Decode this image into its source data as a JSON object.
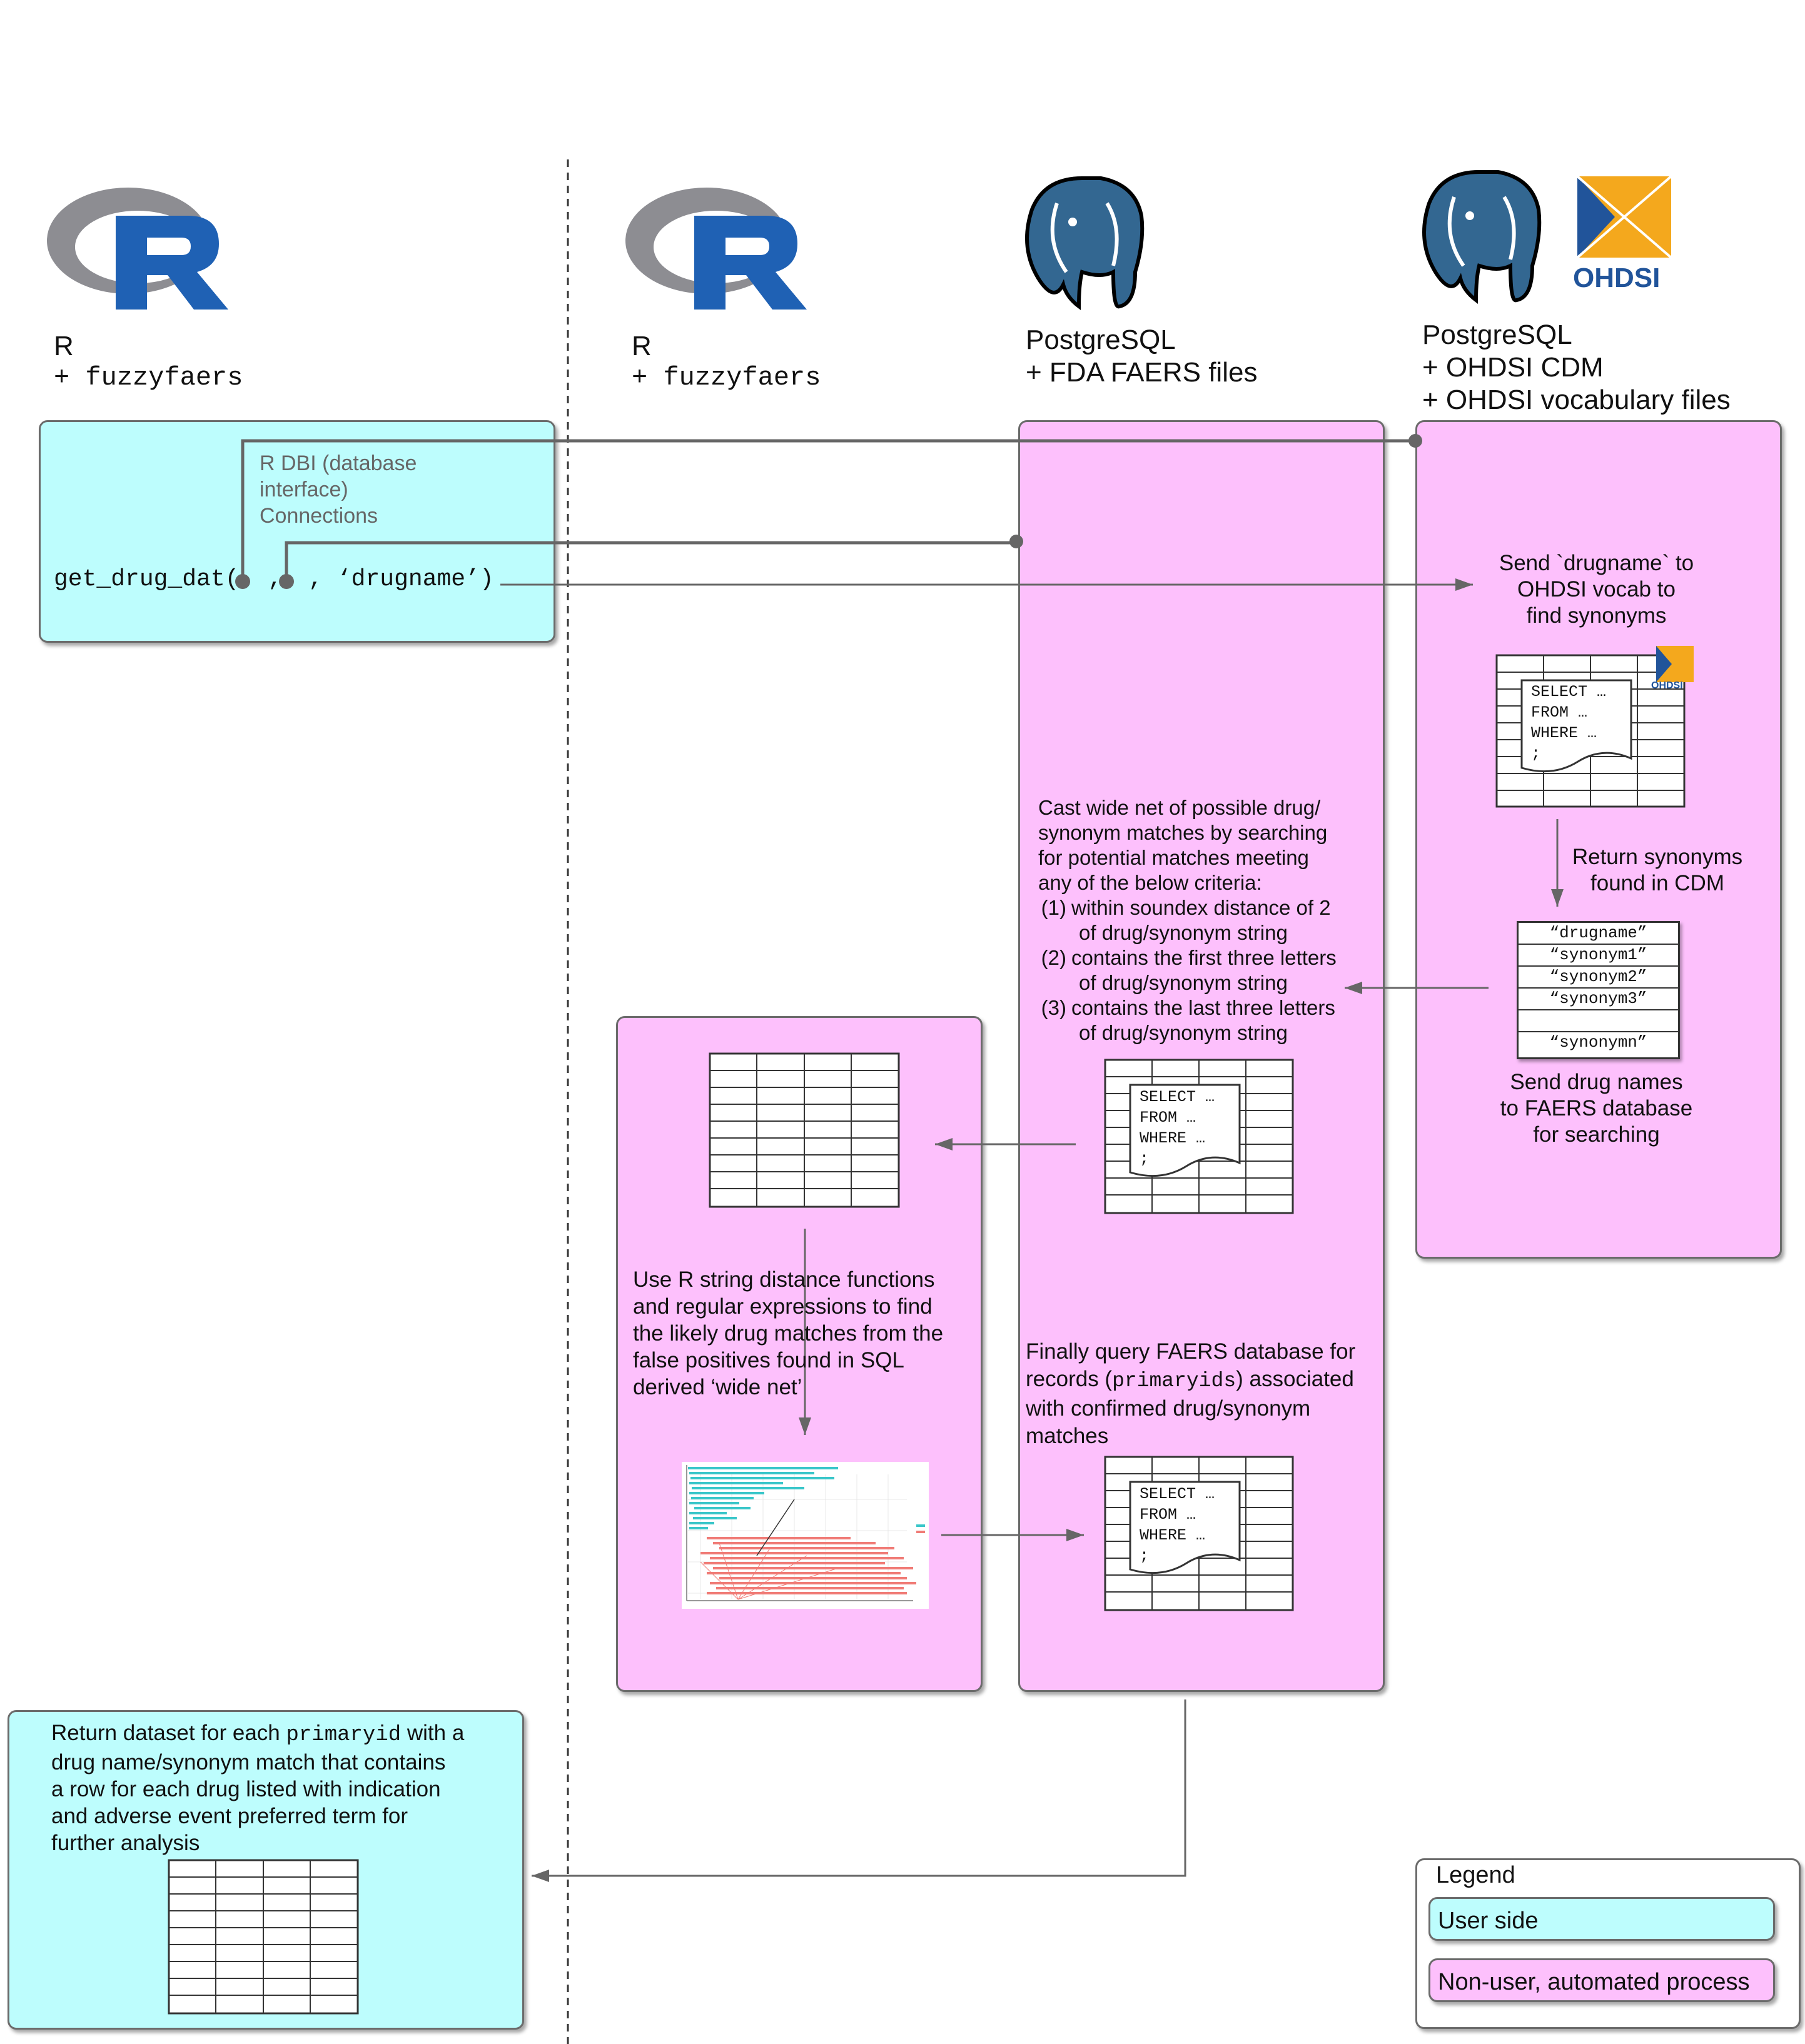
{
  "columns": {
    "user_r": {
      "name": "R",
      "package": "+ fuzzyfaers"
    },
    "server_r": {
      "name": "R",
      "package": "+ fuzzyfaers"
    },
    "faers_db": {
      "line1": "PostgreSQL",
      "line2": "+ FDA FAERS files"
    },
    "ohdsi_db": {
      "line1": "PostgreSQL",
      "line2": "+ OHDSI CDM",
      "line3": "+ OHDSI vocabulary files",
      "logo_text": "OHDSI"
    }
  },
  "user_box": {
    "dbi_label": "R DBI (database\ninterface)\nConnections",
    "func_call": "get_drug_dat(",
    "func_sep1": ",",
    "func_args": ", ‘drugname’)"
  },
  "ohdsi_box": {
    "send_text": "Send `drugname` to\nOHDSI vocab to\nfind synonyms",
    "sql_lines": "SELECT …\nFROM …\nWHERE …\n;",
    "mini_logo_text": "OHDSI",
    "return_text": "Return synonyms\nfound in CDM",
    "synonyms": [
      "“drugname”",
      "“synonym1”",
      "“synonym2”",
      "“synonym3”",
      "",
      "“synonymn”"
    ],
    "send_faers_text": "Send drug names\nto FAERS database\nfor searching"
  },
  "faers_box": {
    "wide_net_text": "Cast wide net of possible drug/\nsynonym matches by searching\nfor potential matches meeting\nany of the below criteria:",
    "criteria": [
      {
        "num": "(1)",
        "line1": "within soundex distance of 2",
        "line2": "of drug/synonym string"
      },
      {
        "num": "(2)",
        "line1": "contains the first three letters",
        "line2": "of drug/synonym string"
      },
      {
        "num": "(3)",
        "line1": "contains the last three letters",
        "line2": "of drug/synonym string"
      }
    ],
    "sql_lines": "SELECT …\nFROM …\nWHERE …\n;",
    "final_text_1": "Finally query FAERS database for\nrecords (",
    "final_code": "primaryids",
    "final_text_2": ") associated\nwith confirmed drug/synonym\nmatches",
    "sql_lines_2": "SELECT …\nFROM …\nWHERE …\n;"
  },
  "r_process_box": {
    "text": "Use R string distance functions\nand regular expressions to find\nthe likely drug matches from the\nfalse positives found in SQL\nderived ‘wide net’"
  },
  "return_box": {
    "text_1": "Return dataset for each ",
    "code": "primaryid",
    "text_2": " with a\ndrug name/synonym match that contains\na row for each drug listed with indication\nand adverse event preferred term for\nfurther analysis"
  },
  "legend": {
    "title": "Legend",
    "user": "User side",
    "auto": "Non-user, automated process"
  },
  "colors": {
    "user_side": "#bdfdfd",
    "automated": "#fdc0fc",
    "r_logo_blue": "#1f61b4",
    "r_logo_grey": "#8d8d92",
    "pg_blue": "#336791",
    "ohdsi_orange": "#f4a81d",
    "ohdsi_blue": "#21549a"
  }
}
